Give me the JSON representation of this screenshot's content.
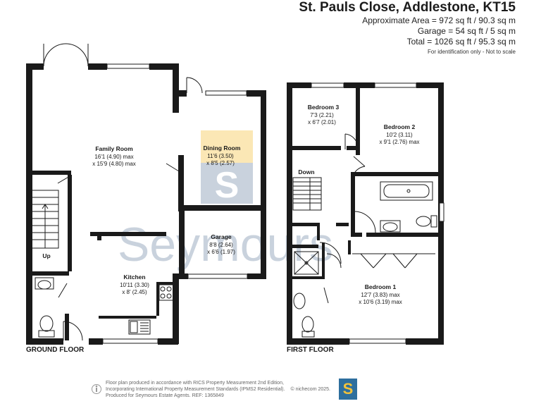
{
  "header": {
    "title": "St. Pauls Close, Addlestone, KT15",
    "approx_area": "Approximate Area = 972 sq ft / 90.3 sq m",
    "garage_area": "Garage = 54 sq ft / 5 sq m",
    "total_area": "Total = 1026 sq ft / 95.3 sq m",
    "note": "For identification only - Not to scale"
  },
  "watermark": {
    "text": "Seymours",
    "logo_letter": "S"
  },
  "ground_floor": {
    "label": "GROUND FLOOR",
    "up_label": "Up",
    "rooms": [
      {
        "name": "Family Room",
        "dim1": "16'1 (4.90) max",
        "dim2": "x 15'9 (4.80) max"
      },
      {
        "name": "Dining Room",
        "dim1": "11'6 (3.50)",
        "dim2": "x 8'5 (2.57)"
      },
      {
        "name": "Garage",
        "dim1": "8'8 (2.64)",
        "dim2": "x 6'6 (1.97)"
      },
      {
        "name": "Kitchen",
        "dim1": "10'11 (3.30)",
        "dim2": "x 8' (2.45)"
      }
    ]
  },
  "first_floor": {
    "label": "FIRST FLOOR",
    "down_label": "Down",
    "rooms": [
      {
        "name": "Bedroom 3",
        "dim1": "7'3 (2.21)",
        "dim2": "x 6'7 (2.01)"
      },
      {
        "name": "Bedroom 2",
        "dim1": "10'2 (3.11)",
        "dim2": "x 9'1 (2.76) max"
      },
      {
        "name": "Bedroom 1",
        "dim1": "12'7 (3.83) max",
        "dim2": "x 10'6 (3.19) max"
      }
    ]
  },
  "footer": {
    "line1": "Floor plan produced in accordance with RICS Property Measurement 2nd Edition,",
    "line2": "Incorporating International Property Measurement Standards (IPMS2 Residential).",
    "line3": "Produced for Seymours Estate Agents.   REF: 1365849",
    "copyright": "© nichecom 2025.",
    "logo_letter": "S"
  },
  "colors": {
    "wall": "#1a1a1a",
    "watermark": "#b8c4d2",
    "highlight": "#fbe7b5",
    "logo_bg": "#2e6f9e",
    "logo_fg": "#f2c23a"
  }
}
